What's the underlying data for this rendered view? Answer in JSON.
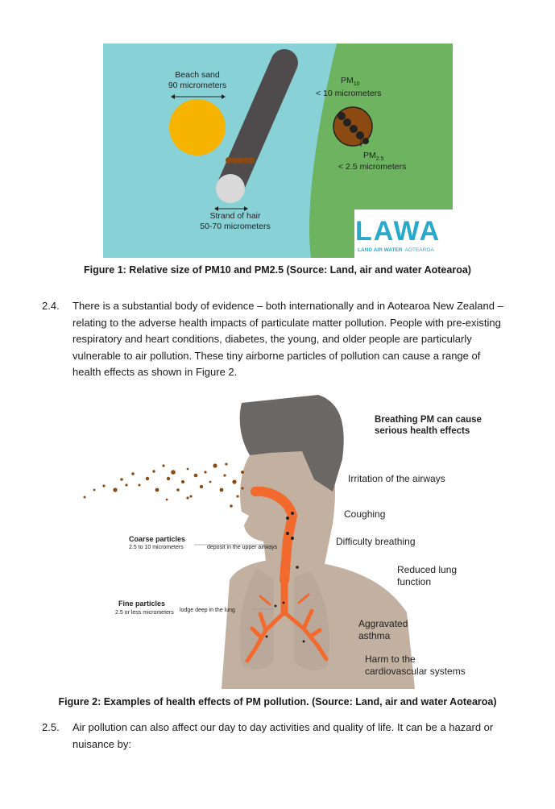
{
  "figure1": {
    "beach_sand_title": "Beach sand",
    "beach_sand_size": "90 micrometers",
    "pm10_label": "PM",
    "pm10_sub": "10",
    "pm10_size": "< 10 micrometers",
    "pm25_label": "PM",
    "pm25_sub": "2.5",
    "pm25_size": "< 2.5 micrometers",
    "hair_title": "Strand of hair",
    "hair_size": "50-70 micrometers",
    "logo_text": "LAWA",
    "logo_sub_a": "LAND AIR WATER",
    "logo_sub_b": "AOTEAROA",
    "caption": "Figure 1: Relative size of PM10 and PM2.5 (Source: Land, air and water Aotearoa)"
  },
  "paragraph_2_4": {
    "number": "2.4.",
    "lines": [
      "There is a substantial body of evidence – both internationally and in Aotearoa New Zealand –",
      "relating to the adverse health impacts of particulate matter pollution. People with pre-existing",
      "respiratory and heart conditions, diabetes, the young, and older people are particularly",
      "vulnerable to air pollution. These tiny airborne particles of pollution can cause a range of",
      "health effects as shown in Figure 2."
    ]
  },
  "figure2": {
    "heading_line1": "Breathing PM can cause",
    "heading_line2": "serious health effects",
    "effects": [
      "Irritation of the airways",
      "Coughing",
      "Difficulty breathing",
      "Reduced lung",
      "function",
      "Aggravated",
      "asthma",
      "Harm to the",
      "cardiovascular systems"
    ],
    "coarse_title": "Coarse particles",
    "coarse_size": "2.5 to 10 micrometers",
    "coarse_note": "deposit in the upper airways",
    "fine_title": "Fine particles",
    "fine_size": "2.5 or less micrometers",
    "fine_note": "lodge deep in the lung",
    "caption": "Figure 2: Examples of health effects of PM pollution. (Source: Land, air and water Aotearoa)"
  },
  "paragraph_2_5": {
    "number": "2.5.",
    "lines": [
      "Air pollution can also affect our day to day activities and quality of life. It can be a hazard or",
      "nuisance by:"
    ]
  },
  "colors": {
    "sky_blue": "#88d1d7",
    "green": "#6db360",
    "sand": "#f6b400",
    "hair": "#4f4b4d",
    "particle": "#8a4a12",
    "skin": "#c2b0a0",
    "hair_head": "#6b6765",
    "airway": "#f26a2e"
  }
}
